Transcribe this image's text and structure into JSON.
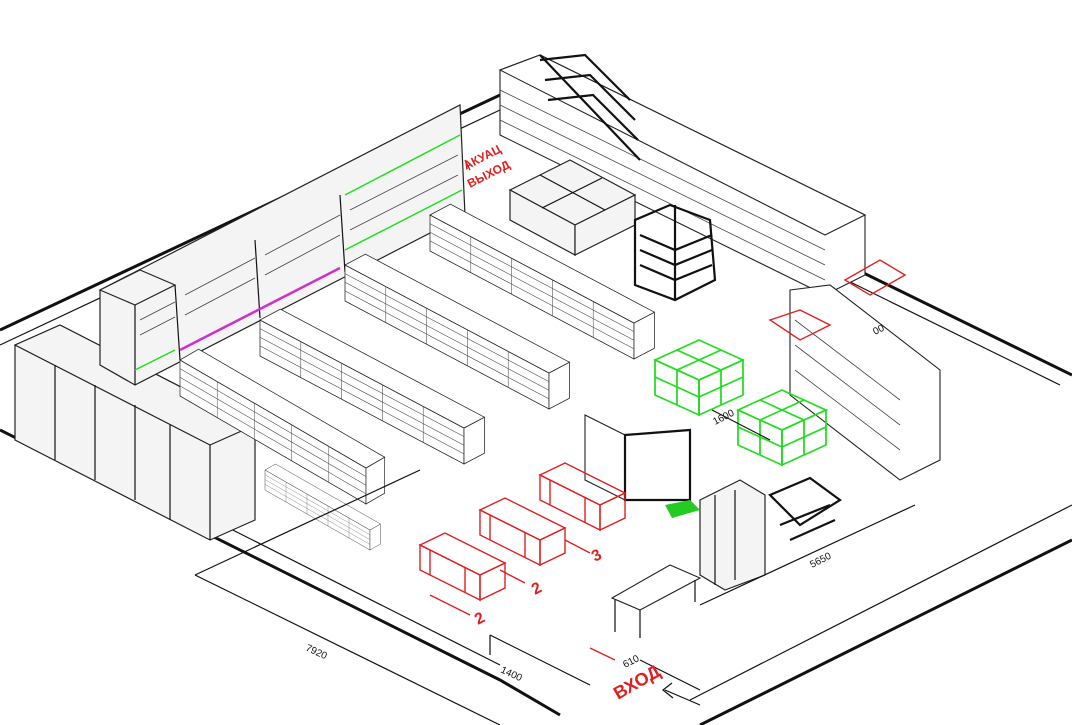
{
  "labels": {
    "exit_sign_top_1": "АКУАЦ",
    "exit_sign_top_2": "ВЫХОД",
    "entrance": "ВХОД",
    "checkout_1": "2",
    "checkout_2": "2",
    "checkout_3": "3"
  },
  "dimensions": {
    "dim_1600": "1600",
    "dim_5650": "5650",
    "dim_7920": "7920",
    "dim_00": "00",
    "dim_610": "610",
    "dim_1400": "1400"
  },
  "colors": {
    "accent_red": "#e02020",
    "pallet_green": "#22dd22",
    "purple_strip": "#cc33cc",
    "wall": "#111111"
  }
}
